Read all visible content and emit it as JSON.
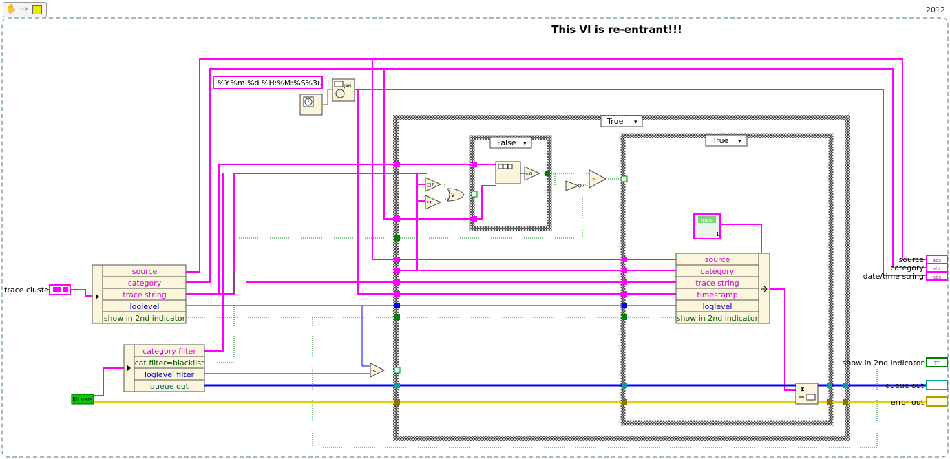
{
  "window": {
    "version_label": "2012",
    "toolbar_icons": [
      "hand-icon",
      "arrow-right-icon",
      "run-vi-icon"
    ]
  },
  "diagram": {
    "comment": "This VI is re-entrant!!!",
    "format_string": "%Y.%m.%d %H:%M:%S%3u",
    "case_outer_label": "True",
    "case_middle_label": "False",
    "case_inner_label": "True",
    "trace_cluster_label": "trace cluster",
    "lib_vars_label": "lib vars",
    "trace_constant_label": "trace",
    "trace_constant_index": "1",
    "unbundle_trace": [
      "source",
      "category",
      "trace string",
      "loglevel",
      "show in 2nd indicator"
    ],
    "unbundle_filter": [
      "category filter",
      "cat.filter=blacklist",
      "loglevel filter",
      "queue out"
    ],
    "bundle_trace": [
      "source",
      "category",
      "trace string",
      "timestamp",
      "loglevel",
      "show in 2nd indicator"
    ],
    "indicators": {
      "source": "source",
      "category": "category",
      "datetime": "date/time string",
      "show2nd": "show in 2nd indicator",
      "queue_out": "queue out",
      "error_out": "error out"
    },
    "colors": {
      "string_wire": "#ff00ff",
      "numeric_wire": "#0000ff",
      "boolean_wire": "#008000",
      "error_wire": "#b59a00",
      "structure_border": "#444444"
    }
  }
}
